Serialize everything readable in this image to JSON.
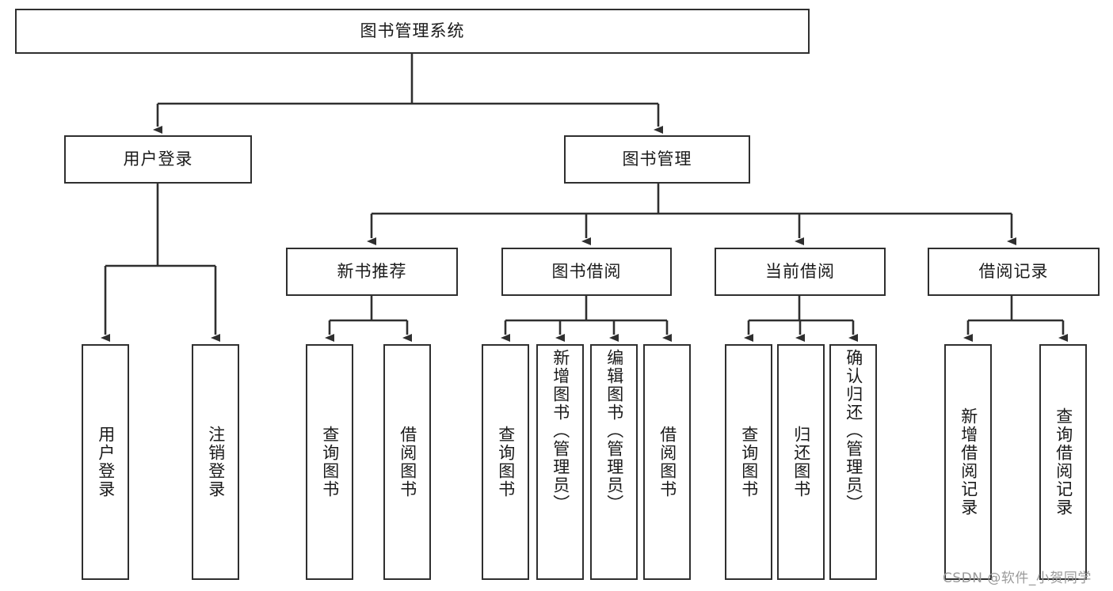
{
  "diagram": {
    "type": "tree-hierarchy",
    "title": "图书管理系统",
    "colors": {
      "stroke": "#2f2f2f",
      "fill": "#ffffff",
      "text": "#1a1a1a",
      "watermark": "#9a9a9a"
    },
    "levels": {
      "root": {
        "label": "图书管理系统"
      },
      "level2": [
        {
          "label": "用户登录"
        },
        {
          "label": "图书管理"
        }
      ],
      "level3": [
        {
          "label": "新书推荐"
        },
        {
          "label": "图书借阅"
        },
        {
          "label": "当前借阅"
        },
        {
          "label": "借阅记录"
        }
      ],
      "leaves": {
        "user_login": [
          {
            "label": "用户登录"
          },
          {
            "label": "注销登录"
          }
        ],
        "new_book": [
          {
            "label": "查询图书"
          },
          {
            "label": "借阅图书"
          }
        ],
        "book_borrow": [
          {
            "label": "查询图书"
          },
          {
            "label": "新增图书（管理员）"
          },
          {
            "label": "编辑图书（管理员）"
          },
          {
            "label": "借阅图书"
          }
        ],
        "current_borrow": [
          {
            "label": "查询图书"
          },
          {
            "label": "归还图书"
          },
          {
            "label": "确认归还（管理员）"
          }
        ],
        "borrow_record": [
          {
            "label": "新增借阅记录"
          },
          {
            "label": "查询借阅记录"
          }
        ]
      }
    }
  },
  "watermark": {
    "text": "CSDN @软件_小贺同学"
  }
}
